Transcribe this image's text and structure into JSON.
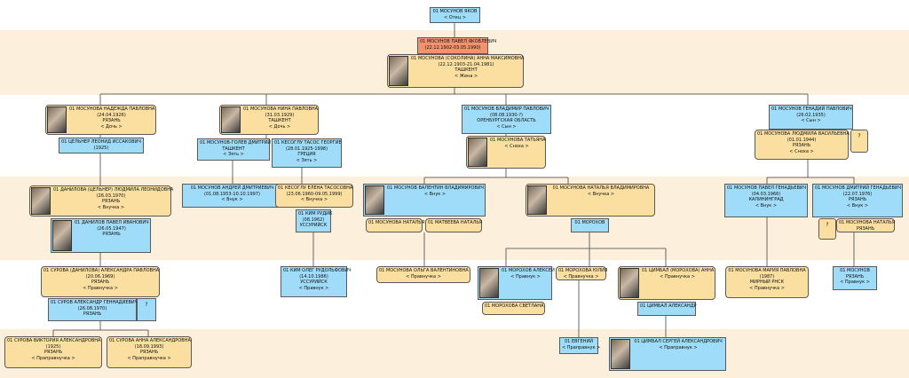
{
  "nodes": {
    "n1": {
      "name": "01 МОСУНОВ ЯКОВ",
      "rel": "< Отец >"
    },
    "n2": {
      "name": "01 МОСУНОВ ПАВЕЛ ЯКОВЛЕВИЧ",
      "dates": "(22.12.1902-03.05.1990)"
    },
    "n3": {
      "name": "01 МОСУНОВА (СОКОЛИНА) АННА МАКСИМОВНА",
      "dates": "(22.12.1903-21.04.1981)",
      "place": "ТАШКЕНТ",
      "rel": "< Жена >"
    },
    "n4": {
      "name": "01 МОСУНОВА НАДЕЖДА ПАВЛОВНА",
      "dates": "(24.04.1926)",
      "place": "РЯЗАНЬ",
      "rel": "< Дочь >"
    },
    "n5": {
      "name": "01 ЦЕЛЬНЕР ЛЕОНИД ИССАКОВИЧ",
      "dates": "(1925)"
    },
    "n6": {
      "name": "01 МОСУНОВА НИНА ПАВЛОВНА",
      "dates": "(31.03.1929)",
      "place": "ТАШКЕНТ",
      "rel": "< Дочь >"
    },
    "n7": {
      "name": "01 МОСУНОВ-ГОЛЕВ ДМИТРИЙ",
      "place": "ТАШКЕНТ",
      "rel": "< Зять >"
    },
    "n8": {
      "name": "01 КЕСОГЛУ ТАСОС ГЕОРГИЕ",
      "dates": "(28.01.1925-1998)",
      "place": "ГРЕЦИЯ",
      "rel": "< Зять >"
    },
    "n9": {
      "name": "01 МОСУНОВ ВЛАДИМИР ПАВЛОВИЧ",
      "dates": "(08.08.1930-?)",
      "place": "ОРЕНБУРГСКАЯ ОБЛАСТЬ",
      "rel": "< Сын >"
    },
    "n10": {
      "name": "01 МОСУНОВА ТАТЬЯНА",
      "rel": "< Сноха >"
    },
    "n11": {
      "name": "01 МОСУНОВ ГЕНАДИЙ ПАВЛОВИЧ",
      "dates": "(26.02.1935)",
      "rel": "< Сын >"
    },
    "n12": {
      "name": "01 МОСУНОВА ЛЮДМИЛА ВАСИЛЬЕВНА",
      "dates": "(01.01.1944)",
      "place": "РЯЗАНЬ",
      "rel": "< Сноха >"
    },
    "n13": {
      "q": "?"
    },
    "n14": {
      "name": "01 ДАНИЛОВА (ЦЕЛЬНЕР) ЛЮДМИЛА ЛЕОНИДОВНА",
      "dates": "(26.03.1970)",
      "place": "РЯЗАНЬ",
      "rel": "< Внучка >"
    },
    "n15": {
      "name": "01 ДАНИЛОВ ПАВЕЛ ИВАНОВИЧ",
      "dates": "(26.05.1947)",
      "place": "РЯЗАНЬ"
    },
    "n16": {
      "name": "01 МОСУНОВ АНДРЕЙ ДМИТРИЕВИЧ",
      "dates": "(01.08.1953-10.10.1997)",
      "rel": "< Внук >"
    },
    "n17": {
      "name": "01 КЕСОГЛУ ЕЛЕНА ТАСОСОВНА",
      "dates": "(23.06.1960-09.05.1999)",
      "rel": "< Внучка >"
    },
    "n18": {
      "name": "01 КИМ РУДИК",
      "dates": "(08.1962)",
      "place": "УССУРИЙСК"
    },
    "n19": {
      "name": "01 МОСУНОВ ВАЛЕНТИН ВЛАДИМИРОВИЧ",
      "rel": "< Внук >"
    },
    "n20": {
      "name": "01 МОСУНОВА НАТАЛЬЯ"
    },
    "n21": {
      "name": "01 МАТВЕЕВА НАТАЛЬЯ"
    },
    "n22": {
      "name": "01 МОСУНОВА НАТАЛЬЯ ВЛАДИМИРОВНА",
      "rel": "< Внучка >"
    },
    "n23": {
      "name": "01 МОРОХОВ"
    },
    "n24": {
      "name": "01 МОСУНОВ ПАВЕЛ ГЕНАДЬЕВИЧ",
      "dates": "(04.03.1966)",
      "place": "КАЛИНИНГРАД",
      "rel": "< Внук >"
    },
    "n25": {
      "name": "01 МОСУНОВ ДМИТРИЙ ГЕНАДЬЕВИЧ",
      "dates": "(22.07.1976)",
      "place": "РЯЗАНЬ",
      "rel": "< Внук >"
    },
    "n26": {
      "q": "?"
    },
    "n27": {
      "name": "01 МОСУНОВА НАТАЛЬЯ",
      "place": "РЯЗАНЬ"
    },
    "n28": {
      "name": "01 СУРОВА (ДАНИЛОВА) АЛЕКСАНДРА ПАВЛОВНА",
      "dates": "(20.06.1969)",
      "place": "РЯЗАНЬ",
      "rel": "< Правнучка >"
    },
    "n29": {
      "name": "01 СУРОВ АЛЕКСАНДР ГЕННАДИЕВИЧ",
      "dates": "(26.08.1970)",
      "place": "РЯЗАНЬ"
    },
    "n30": {
      "q": "?"
    },
    "n31": {
      "name": "01 КИМ ОЛЕГ РУДОЛЬФОВИЧ",
      "dates": "(14.10.1986)",
      "place": "УССУРИЙСК",
      "rel": "< Правнук >"
    },
    "n32": {
      "name": "01 МОСУНОВА ОЛЬГА ВАЛЕНТИНОВНА",
      "rel": "< Правнучка >"
    },
    "n33": {
      "name": "01 МОРОХОВ АЛЕКСЕЙ",
      "rel": "< Правнук >"
    },
    "n34": {
      "name": "01 МОРОХОВА СВЕТЛАНА"
    },
    "n35": {
      "name": "01 МОРОХОВА ЮЛИЯ",
      "rel": "< Правнучка >"
    },
    "n36": {
      "name": "01 ЦИМБАЛ (МОРОХОВА) АННА",
      "rel": "< Правнучка >"
    },
    "n37": {
      "name": "01 ЦИМБАЛ АЛЕКСАНДР"
    },
    "n38": {
      "name": "01 МОСУНОВА МАРИЯ ПАВЛОВНА",
      "dates": "(1987)",
      "place": "МИРНЫЙ РНСК",
      "rel": "< Правнучка >"
    },
    "n39": {
      "name": "01 МОСУНОВ",
      "place": "РЯЗАНЬ",
      "rel": "< Правнук >"
    },
    "n40": {
      "name": "01 СУРОВА ВИКТОРИЯ АЛЕКСАНДРОВНА",
      "dates": "(1925)",
      "place": "РЯЗАНЬ",
      "rel": "< Праправнучка >"
    },
    "n41": {
      "name": "01 СУРОВА АННА АЛЕКСАНДРОВНА",
      "dates": "(18.09.1993)",
      "place": "РЯЗАНЬ",
      "rel": "< Праправнучка >"
    },
    "n42": {
      "name": "01 ЕВГЕНИЙ",
      "rel": "< Праправнук >"
    },
    "n43": {
      "name": "01 ЦИМБАЛ СЕРГЕЙ АЛЕКСАНДРОВИЧ",
      "rel": "< Праправнук >"
    }
  }
}
